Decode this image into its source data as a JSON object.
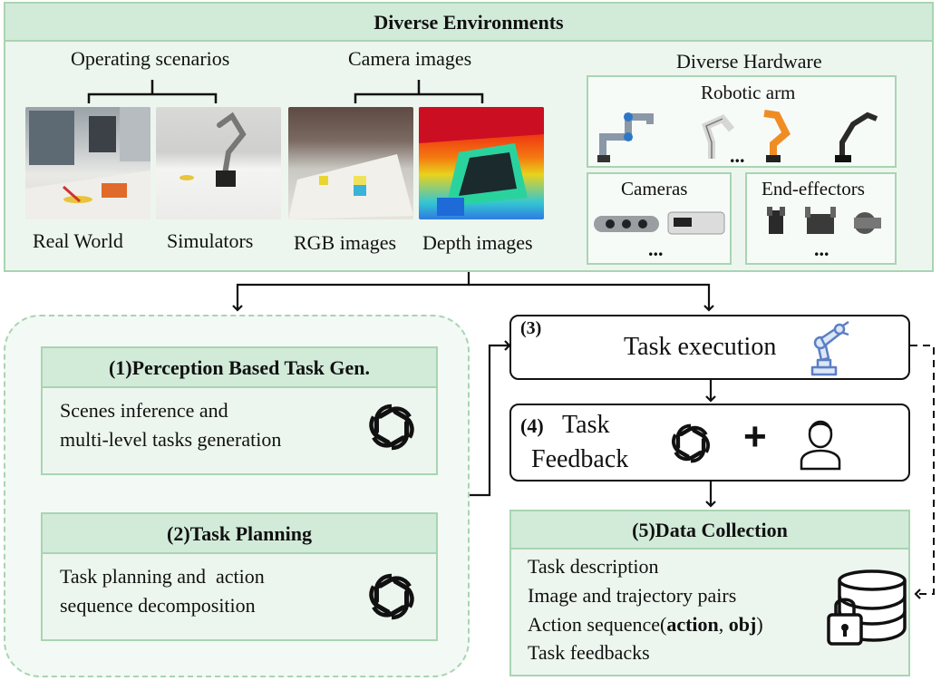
{
  "env": {
    "title": "Diverse Environments",
    "operating": {
      "label": "Operating scenarios",
      "items": [
        "Real World",
        "Simulators"
      ]
    },
    "camera": {
      "label": "Camera images",
      "items": [
        "RGB images",
        "Depth images"
      ]
    },
    "hardware": {
      "label": "Diverse Hardware",
      "arm": "Robotic arm",
      "cameras": "Cameras",
      "effectors": "End-effectors",
      "ellipsis": "..."
    }
  },
  "step1": {
    "title": "(1)Perception Based Task Gen.",
    "line1": "Scenes inference and",
    "line2": "multi-level tasks generation"
  },
  "step2": {
    "title": "(2)Task Planning",
    "line1": "Task planning and  action",
    "line2": "sequence decomposition"
  },
  "step3": {
    "num": "(3)",
    "label": "Task execution"
  },
  "step4": {
    "num": "(4)",
    "line1": "Task",
    "line2": "Feedback",
    "plus": "+"
  },
  "step5": {
    "title": "(5)Data Collection",
    "items": [
      "Task description",
      "Image and trajectory pairs"
    ],
    "item3_prefix": "Action sequence(",
    "item3_bold1": "action",
    "item3_sep": ", ",
    "item3_bold2": "obj",
    "item3_suffix": ")",
    "item4": "Task feedbacks"
  },
  "colors": {
    "panel_fill": "#edf6ee",
    "panel_border": "#a9d4b3",
    "header_fill": "#d2ebd9",
    "arm_icon": "#5b7fc4"
  }
}
